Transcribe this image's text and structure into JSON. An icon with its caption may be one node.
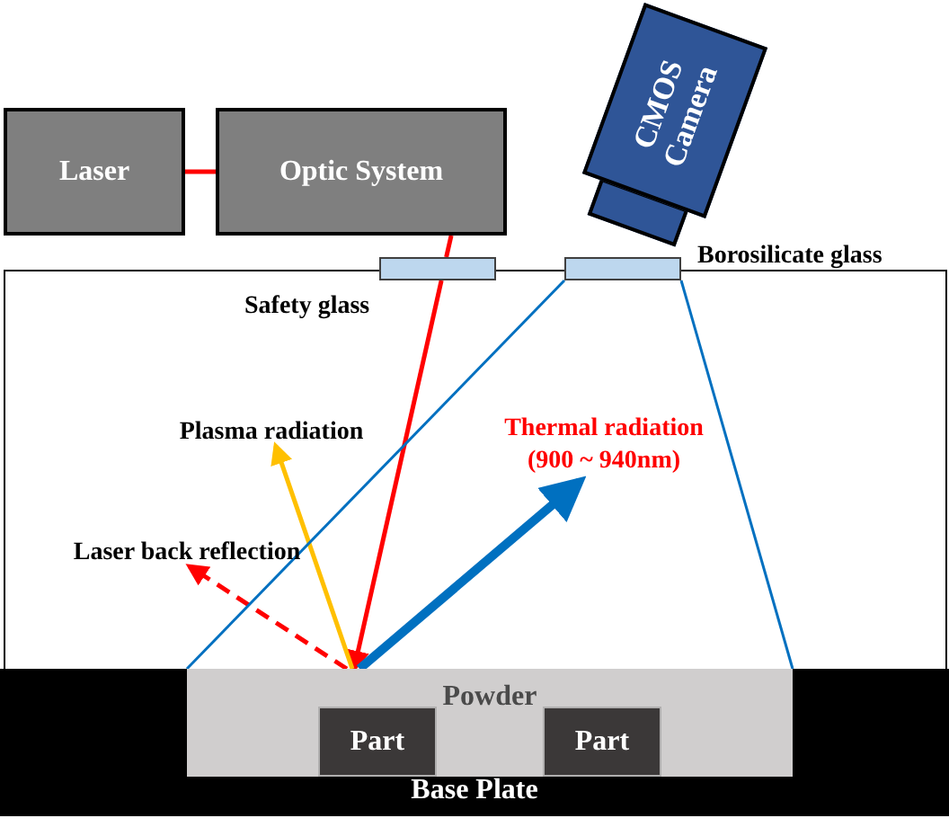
{
  "diagram": {
    "nodes": [
      {
        "text": [
          "Laser"
        ]
      },
      {
        "text": [
          "Optic System"
        ]
      },
      {
        "text": [
          "CMOS Camera"
        ]
      },
      {
        "text": [
          "Safety glass"
        ]
      },
      {
        "text": [
          "Borosilicate glass"
        ]
      },
      {
        "text": [
          "Base Plate"
        ]
      },
      {
        "text": [
          "Powder"
        ],
        "in": 5
      },
      {
        "text": [
          "Part"
        ],
        "in": 6
      },
      {
        "text": [
          "Part"
        ],
        "in": 6
      },
      {
        "text": [
          "Plasma radiation"
        ]
      },
      {
        "text": [
          "Thermal radiation",
          "(900 ~ 940nm)"
        ]
      },
      {
        "text": [
          "Laser back reflection"
        ]
      }
    ],
    "edges": [
      {
        "from": 0,
        "to": 1,
        "arrow": "none",
        "color": "#ff0000"
      },
      {
        "from": 1,
        "to": 3,
        "arrow": "none",
        "color": "#ff0000"
      },
      {
        "from": 3,
        "to": 6,
        "arrow": "to",
        "color": "#ff0000"
      },
      {
        "from": 6,
        "to": 9,
        "arrow": "to",
        "color": "#ffc000"
      },
      {
        "from": 6,
        "to": 10,
        "arrow": "to",
        "style": "thick",
        "color": "#0070c0"
      },
      {
        "from": 6,
        "to": 11,
        "arrow": "to",
        "style": "dashed",
        "color": "#ff0000"
      },
      {
        "from": 4,
        "to": 6,
        "arrow": "none",
        "color": "#0070c0"
      },
      {
        "from": 4,
        "to": 6,
        "arrow": "none",
        "color": "#0070c0"
      }
    ]
  }
}
